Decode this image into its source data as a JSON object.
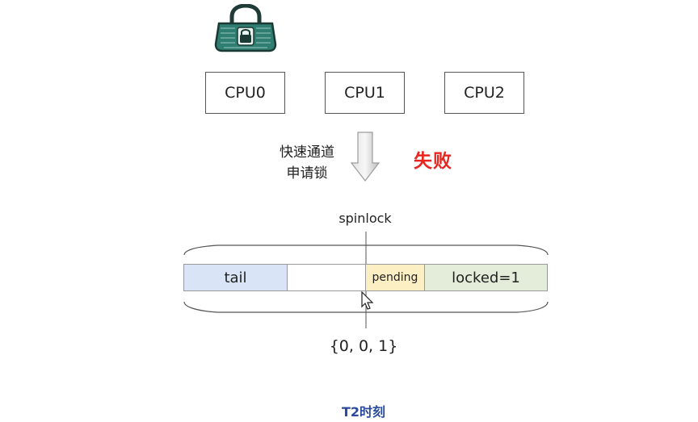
{
  "icons": {
    "lock": "padlock-icon",
    "arrow": "down-arrow-icon",
    "cursor": "mouse-cursor-icon"
  },
  "cpus": [
    "CPU0",
    "CPU1",
    "CPU2"
  ],
  "annotation": {
    "line1": "快速通道",
    "line2": "申请锁"
  },
  "failure_text": "失败",
  "spinlock_label": "spinlock",
  "fields": {
    "tail": "tail",
    "empty": "",
    "pending": "pending",
    "locked": "locked=1"
  },
  "value_tuple": "{0, 0, 1}",
  "caption": "T2时刻",
  "colors": {
    "failure": "#e8261f",
    "caption": "#2a4b9b",
    "tail": "#d9e5f6",
    "pending": "#fdefc4",
    "locked": "#e3edd9",
    "lock_body": "#2f7e71"
  }
}
